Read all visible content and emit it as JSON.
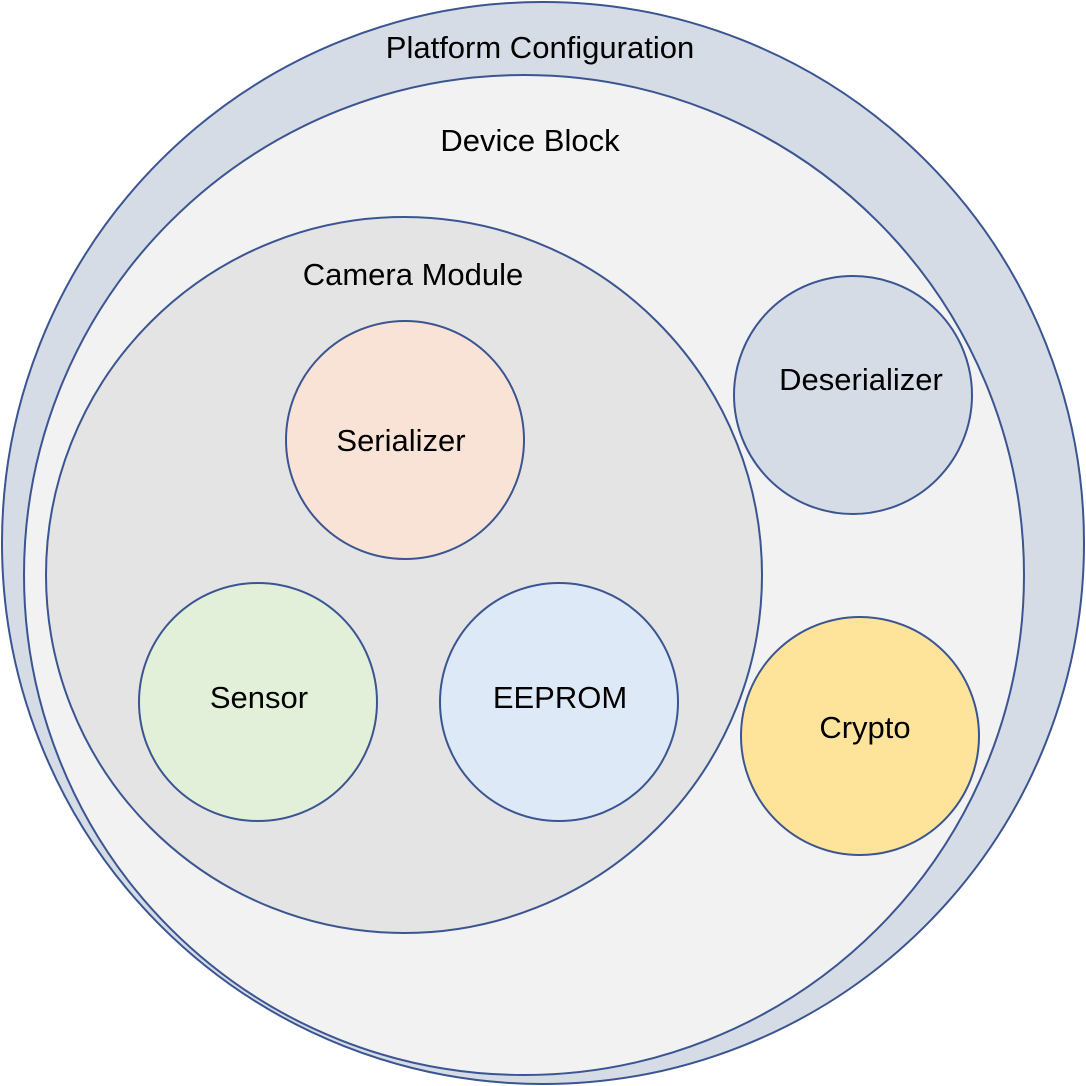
{
  "diagram": {
    "platform": {
      "label": "Platform Configuration",
      "fill": "#d6dce5"
    },
    "device_block": {
      "label": "Device Block",
      "fill": "#f2f2f2"
    },
    "camera_module": {
      "label": "Camera Module",
      "fill": "#e4e4e4"
    },
    "components": {
      "serializer": {
        "label": "Serializer",
        "fill": "#f9e3d7"
      },
      "sensor": {
        "label": "Sensor",
        "fill": "#e2efd9"
      },
      "eeprom": {
        "label": "EEPROM",
        "fill": "#dde9f6"
      },
      "deserializer": {
        "label": "Deserializer",
        "fill": "#d6dce5"
      },
      "crypto": {
        "label": "Crypto",
        "fill": "#fee49a"
      }
    },
    "outline_color": "#3a5592"
  }
}
